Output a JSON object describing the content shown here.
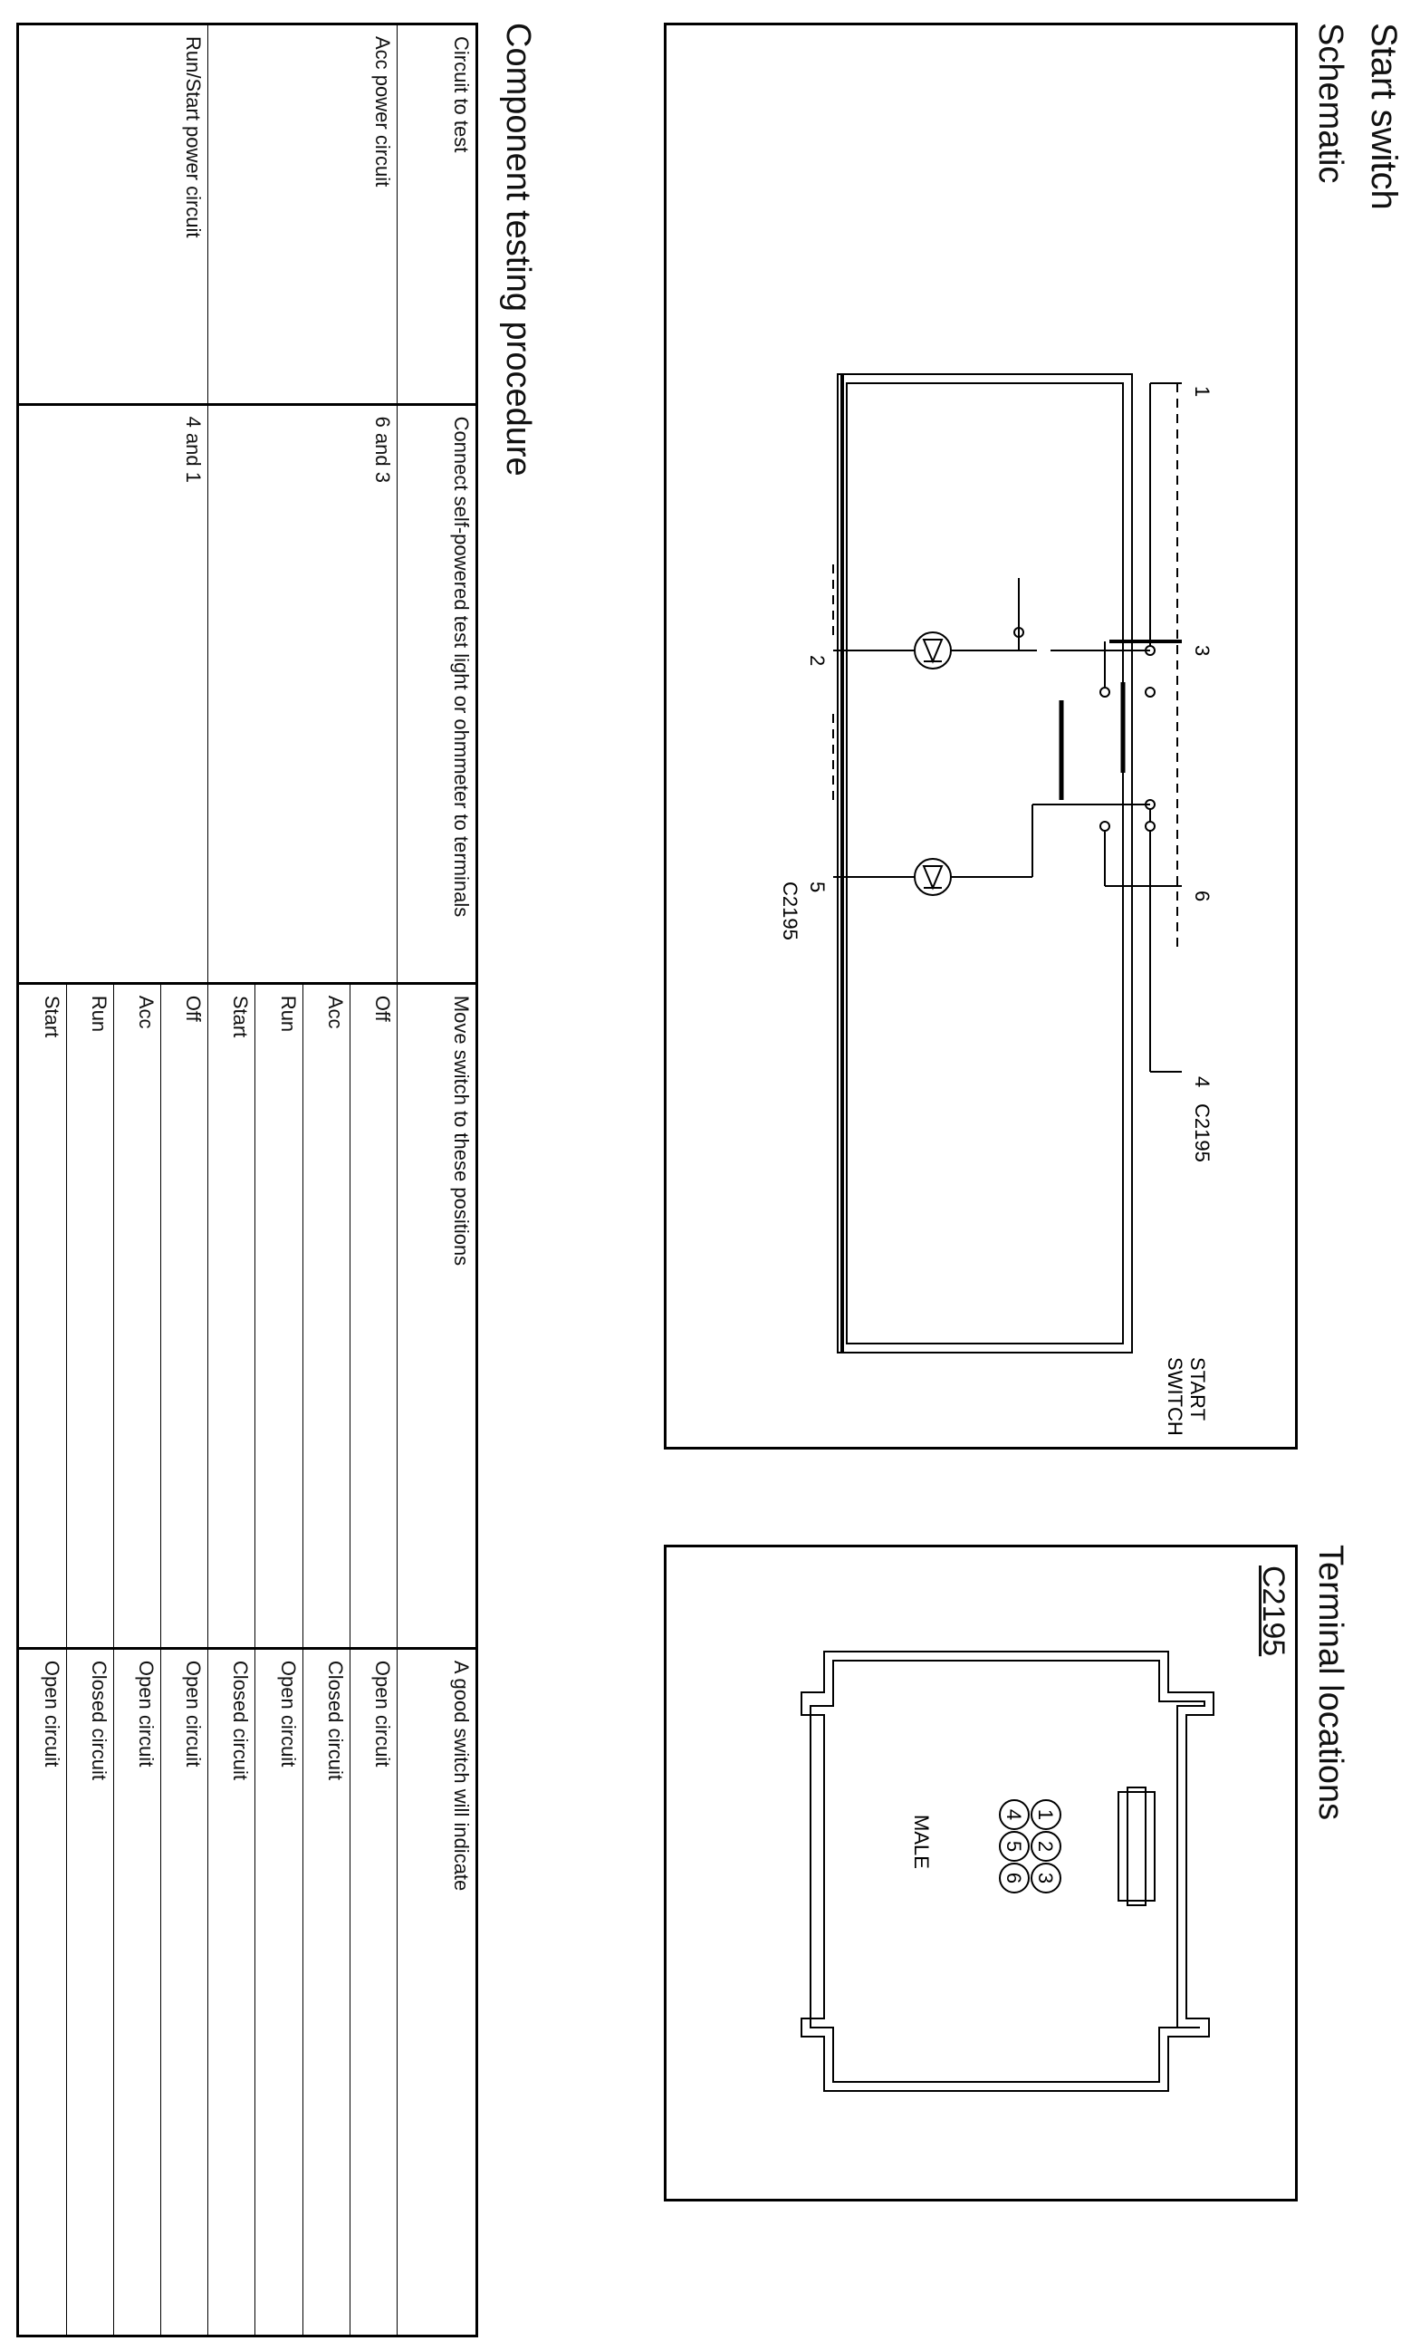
{
  "page": {
    "title": "Start switch",
    "schematic_heading": "Schematic",
    "terminal_heading": "Terminal locations",
    "procedure_heading": "Component testing procedure"
  },
  "schematic": {
    "connector_top": "C2195",
    "connector_bottom": "C2195",
    "switch_label_line1": "START",
    "switch_label_line2": "SWITCH",
    "pins": [
      "1",
      "3",
      "6",
      "4",
      "2",
      "5"
    ]
  },
  "terminal": {
    "connector_id": "C2195",
    "gender": "MALE",
    "pins": [
      "1",
      "2",
      "3",
      "4",
      "5",
      "6"
    ]
  },
  "procedure": {
    "headers": {
      "circuit": "Circuit to test",
      "connect": "Connect self-powered test light or ohmmeter to terminals",
      "move": "Move switch to these positions",
      "result": "A good switch will indicate"
    },
    "groups": [
      {
        "circuit": "Acc power circuit",
        "terminals": "6 and 3",
        "rows": [
          {
            "position": "Off",
            "result": "Open circuit"
          },
          {
            "position": "Acc",
            "result": "Closed circuit"
          },
          {
            "position": "Run",
            "result": "Open circuit"
          },
          {
            "position": "Start",
            "result": "Closed circuit"
          }
        ]
      },
      {
        "circuit": "Run/Start power circuit",
        "terminals": "4 and 1",
        "rows": [
          {
            "position": "Off",
            "result": "Open circuit"
          },
          {
            "position": "Acc",
            "result": "Open circuit"
          },
          {
            "position": "Run",
            "result": "Closed circuit"
          },
          {
            "position": "Start",
            "result": "Open circuit"
          }
        ]
      }
    ]
  }
}
